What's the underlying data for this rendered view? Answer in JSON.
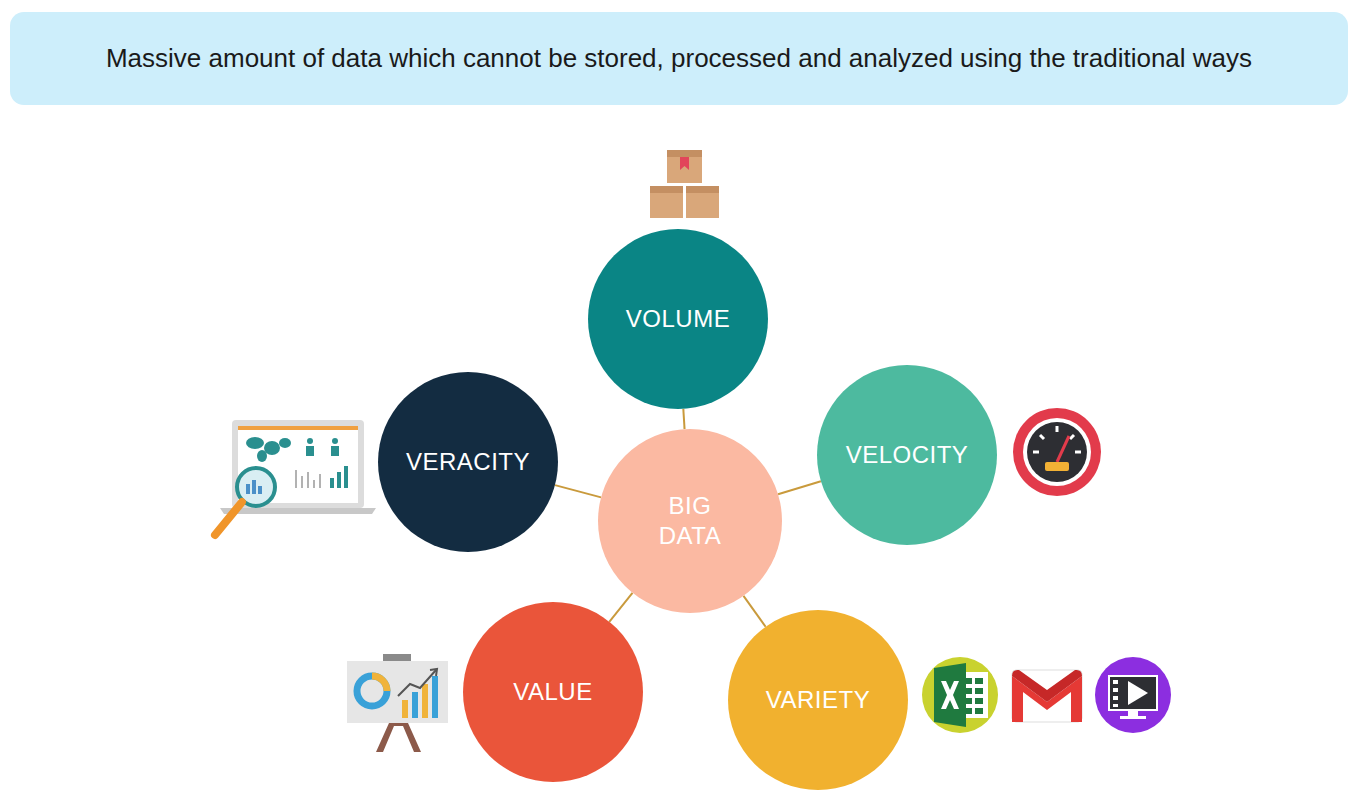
{
  "diagram": {
    "title": "Massive amount of data which cannot be stored, processed and analyzed using the traditional ways",
    "nodes": [
      {
        "text": [
          "VOLUME"
        ]
      },
      {
        "text": [
          "VERACITY"
        ]
      },
      {
        "text": [
          "VELOCITY"
        ]
      },
      {
        "text": [
          "BIG DATA"
        ]
      },
      {
        "text": [
          "VALUE"
        ]
      },
      {
        "text": [
          "VARIETY"
        ]
      }
    ],
    "edges": [
      {
        "from": 3,
        "to": 0,
        "arrow": "none"
      },
      {
        "from": 3,
        "to": 1,
        "arrow": "none"
      },
      {
        "from": 3,
        "to": 2,
        "arrow": "none"
      },
      {
        "from": 3,
        "to": 4,
        "arrow": "none"
      },
      {
        "from": 3,
        "to": 5,
        "arrow": "none"
      }
    ]
  }
}
